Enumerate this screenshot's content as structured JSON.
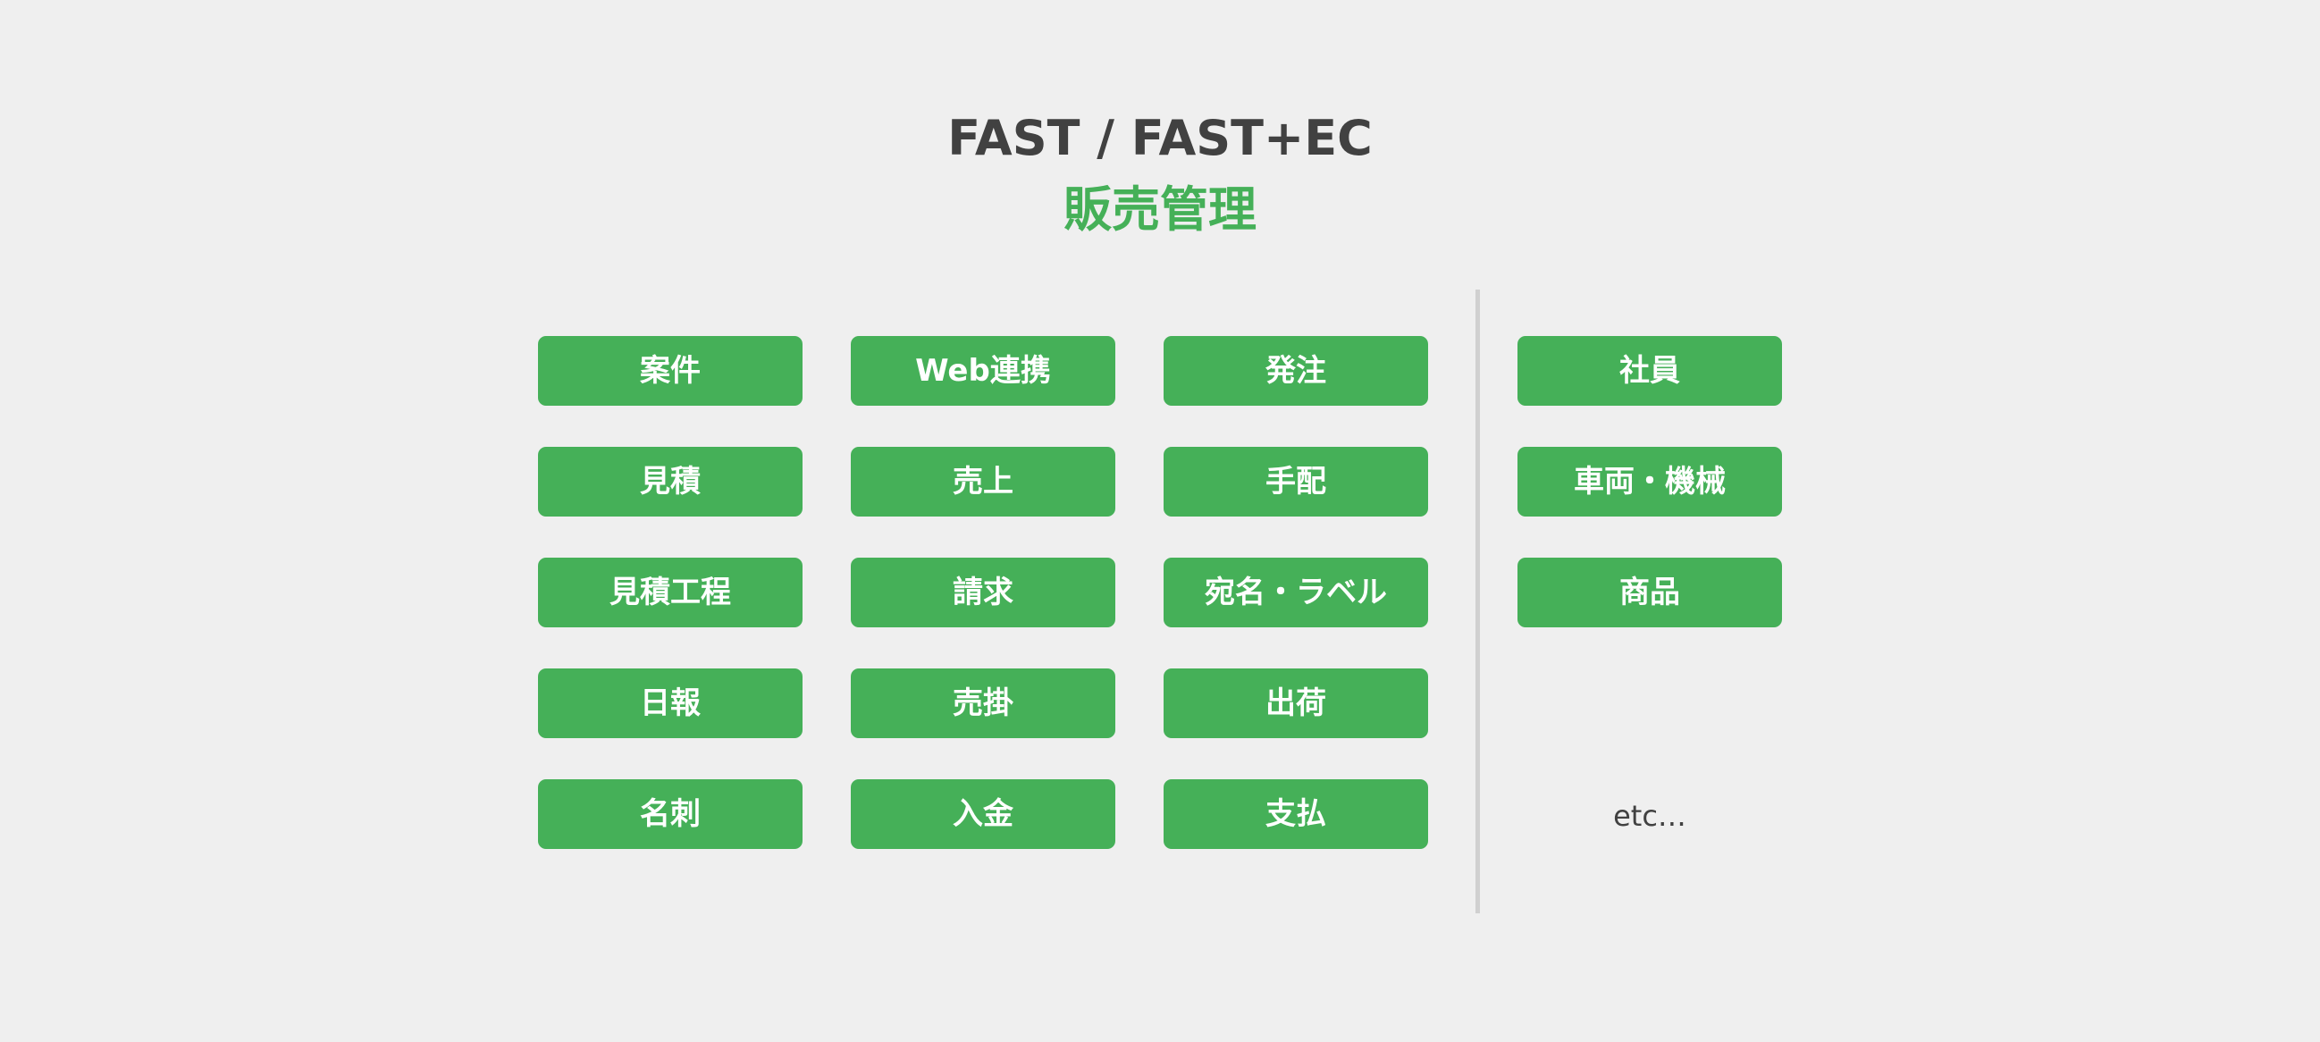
{
  "header": {
    "title": "FAST / FAST+EC",
    "subtitle": "販売管理"
  },
  "columns": [
    {
      "items": [
        "案件",
        "見積",
        "見積工程",
        "日報",
        "名刺"
      ]
    },
    {
      "items": [
        "Web連携",
        "売上",
        "請求",
        "売掛",
        "入金"
      ]
    },
    {
      "items": [
        "発注",
        "手配",
        "宛名・ラベル",
        "出荷",
        "支払"
      ]
    }
  ],
  "side_column": {
    "items": [
      "社員",
      "車両・機械",
      "商品"
    ],
    "etc_label": "etc…"
  },
  "colors": {
    "background": "#efefef",
    "accent_green": "#45b058",
    "title_text": "#414141",
    "divider": "#d0d0d0",
    "button_text": "#ffffff"
  }
}
